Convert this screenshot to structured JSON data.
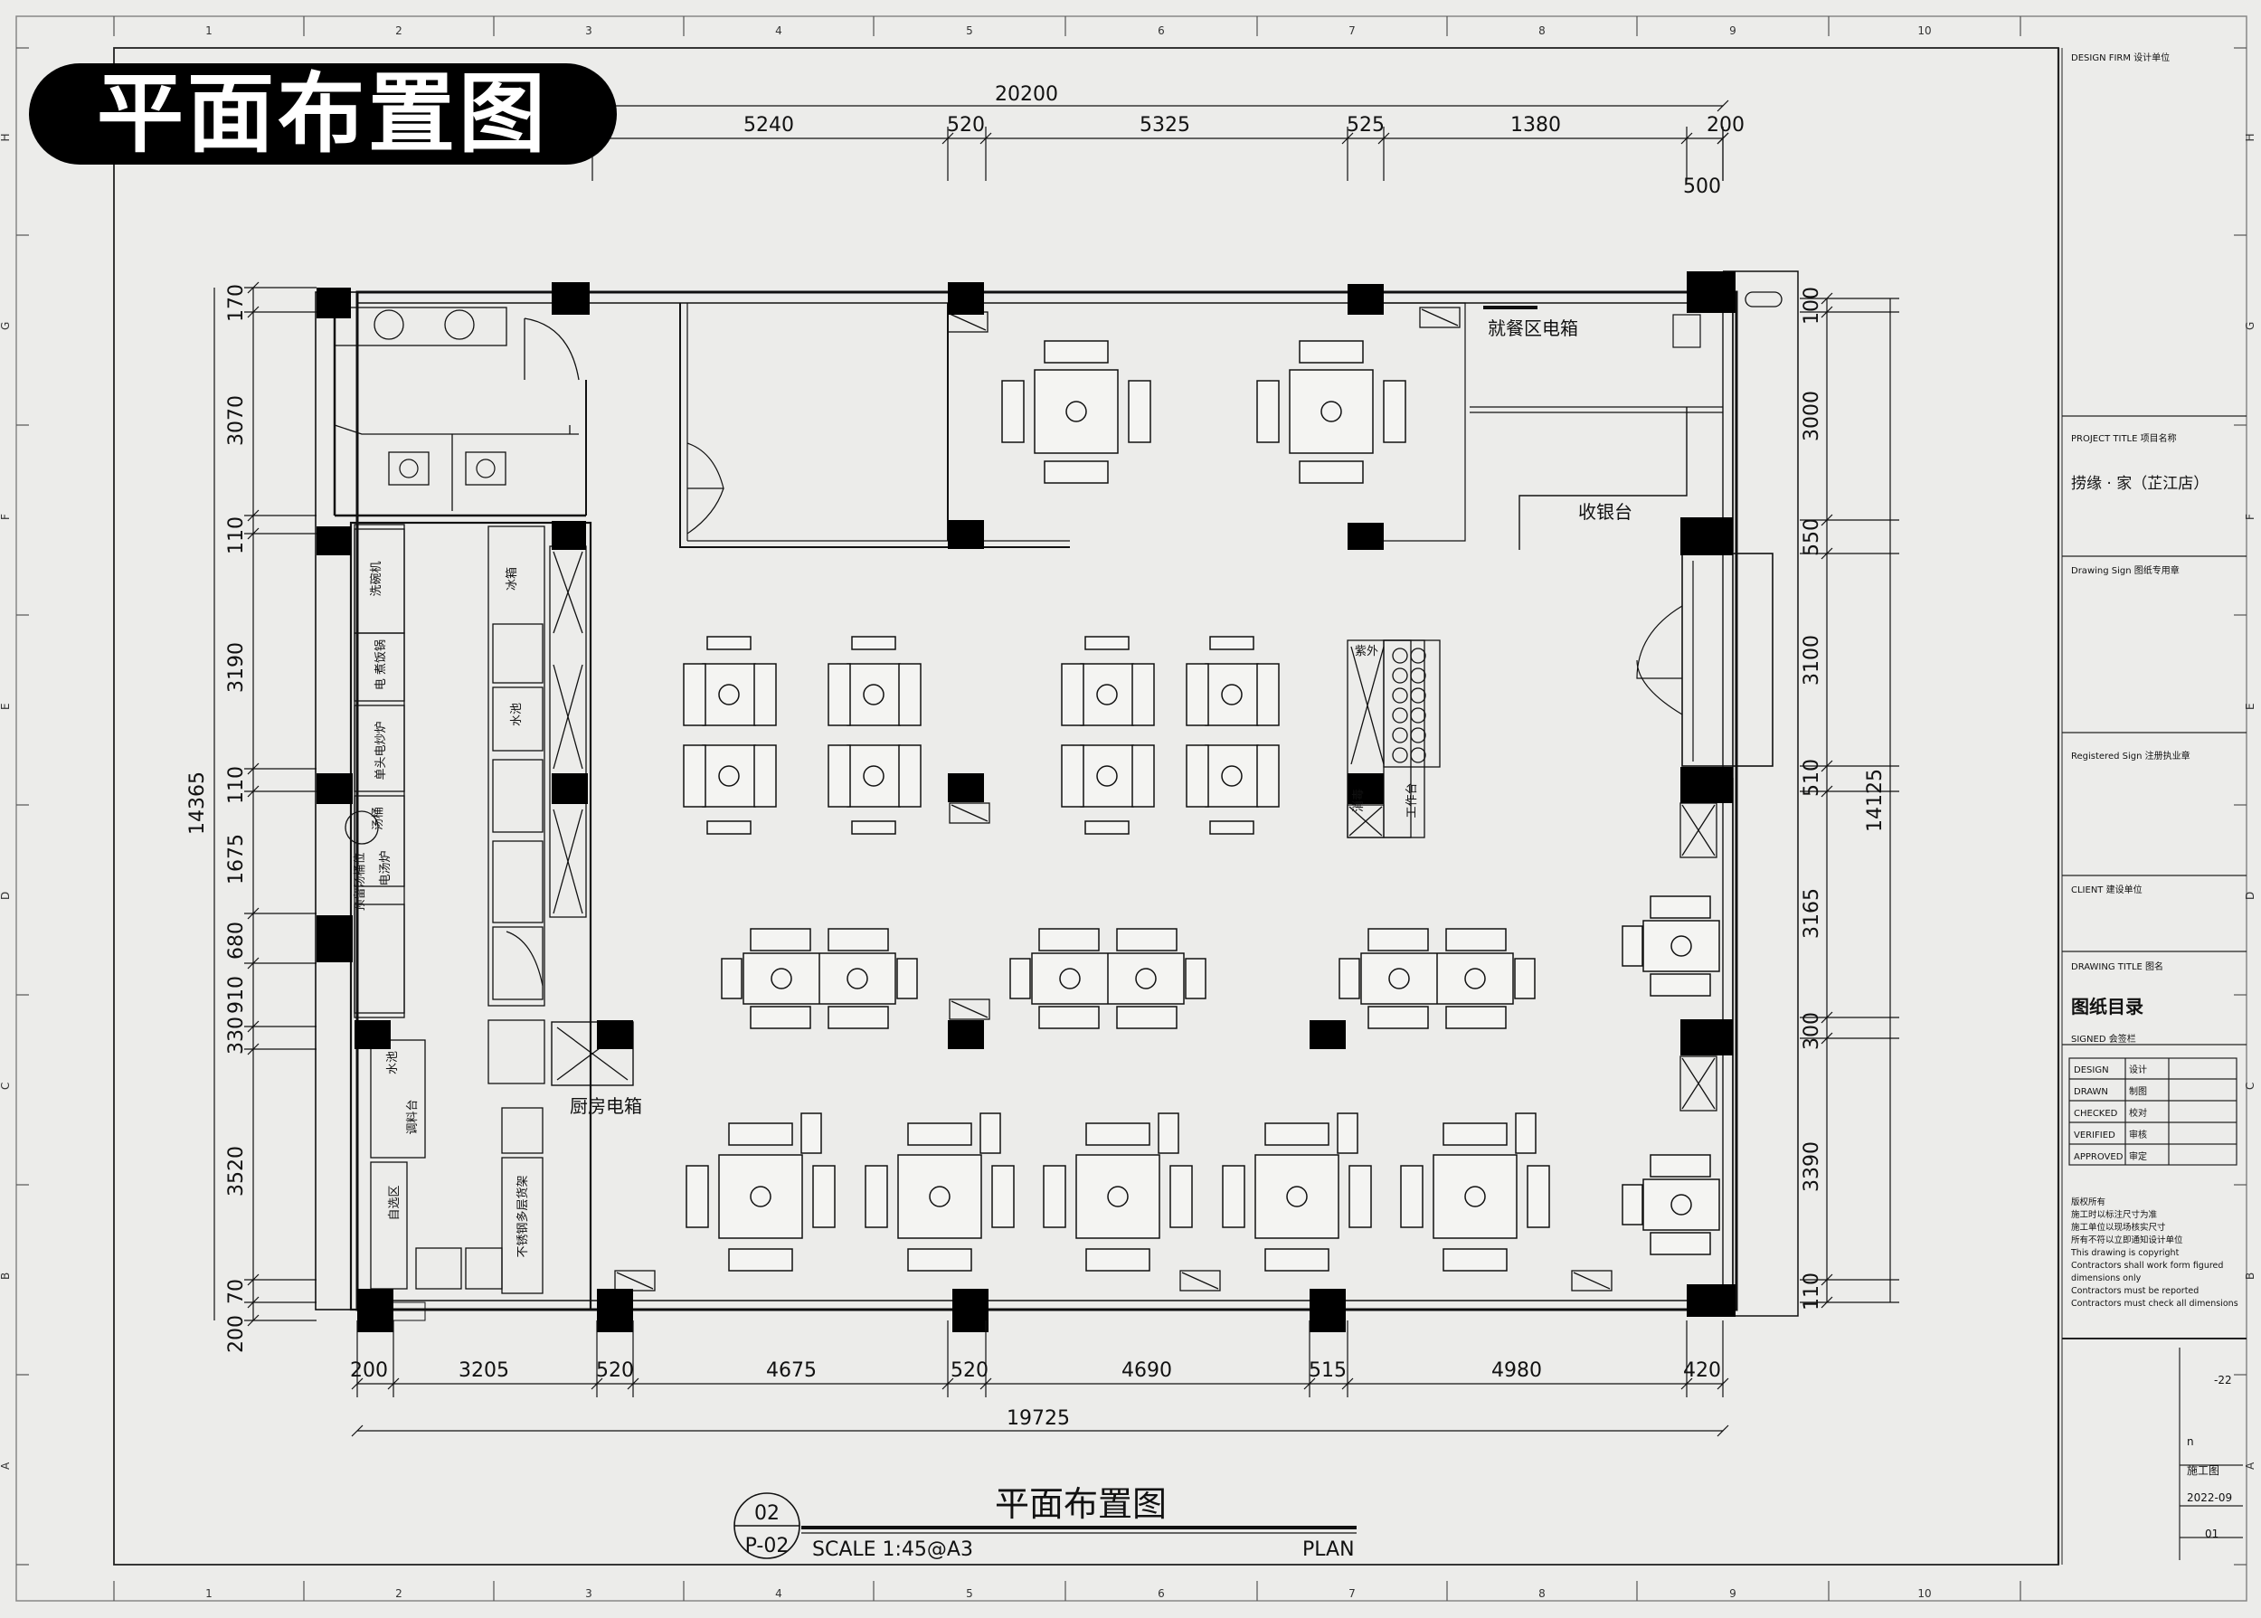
{
  "title_badge": "平面布置图",
  "ruler": {
    "top": [
      "1",
      "2",
      "3",
      "4",
      "5",
      "6",
      "7",
      "8",
      "9",
      "10"
    ],
    "side": [
      "H",
      "G",
      "F",
      "E",
      "D",
      "C",
      "B",
      "A"
    ]
  },
  "dims": {
    "top_total": "20200",
    "top": [
      "5240",
      "520",
      "5325",
      "525",
      "1380",
      "200",
      "500"
    ],
    "bottom_total": "19725",
    "bottom": [
      "200",
      "3205",
      "520",
      "4675",
      "520",
      "4690",
      "515",
      "4980",
      "420"
    ],
    "left_total": "14365",
    "left": [
      "170",
      "3070",
      "110",
      "3190",
      "110",
      "1675",
      "680",
      "910",
      "330",
      "3520",
      "70",
      "200"
    ],
    "right_total": "14125",
    "right": [
      "100",
      "3000",
      "550",
      "3100",
      "510",
      "3165",
      "300",
      "3390",
      "110"
    ]
  },
  "rooms": {
    "dining_panel": "就餐区电箱",
    "cashier": "收银台",
    "kitchen_panel": "厨房电箱",
    "kitchen": [
      "洗碗机",
      "电 煮饭锅",
      "单头电炒炉",
      "汤桶",
      "电汤炉",
      "预留汤桶位",
      "冰箱",
      "水池",
      "水池",
      "不锈钢多层货架",
      "自选区",
      "调料台"
    ],
    "station": [
      "紫外",
      "消毒",
      "工作台"
    ]
  },
  "title_block": {
    "design_firm": "DESIGN FIRM  设计单位",
    "project_title": "PROJECT TITLE  项目名称",
    "project_name": "捞缘 · 家（芷江店）",
    "drawing_sign": "Drawing Sign  图纸专用章",
    "registered_sign": "Registered Sign  注册执业章",
    "client": "CLIENT  建设单位",
    "drawing_title_label": "DRAWING TITLE  图名",
    "drawing_title": "图纸目录",
    "signed": "SIGNED  会签栏",
    "roles": [
      [
        "DESIGN",
        "设计"
      ],
      [
        "DRAWN",
        "制图"
      ],
      [
        "CHECKED",
        "校对"
      ],
      [
        "VERIFIED",
        "审核"
      ],
      [
        "APPROVED",
        "审定"
      ]
    ],
    "notes": [
      "版权所有",
      "施工时以标注尺寸为准",
      "施工单位以现场核实尺寸",
      "所有不符以立即通知设计单位",
      "This drawing is copyright",
      "Contractors shall work form figured",
      "dimensions only",
      "Contractors must be reported",
      "Contractors must check all dimensions"
    ],
    "clipped": [
      "-22",
      "n",
      "施工图",
      "2022-09",
      "01"
    ]
  },
  "footer": {
    "number": "02",
    "sheet": "P-02",
    "title": "平面布置图",
    "scale": "SCALE 1:45@A3",
    "plan": "PLAN"
  }
}
